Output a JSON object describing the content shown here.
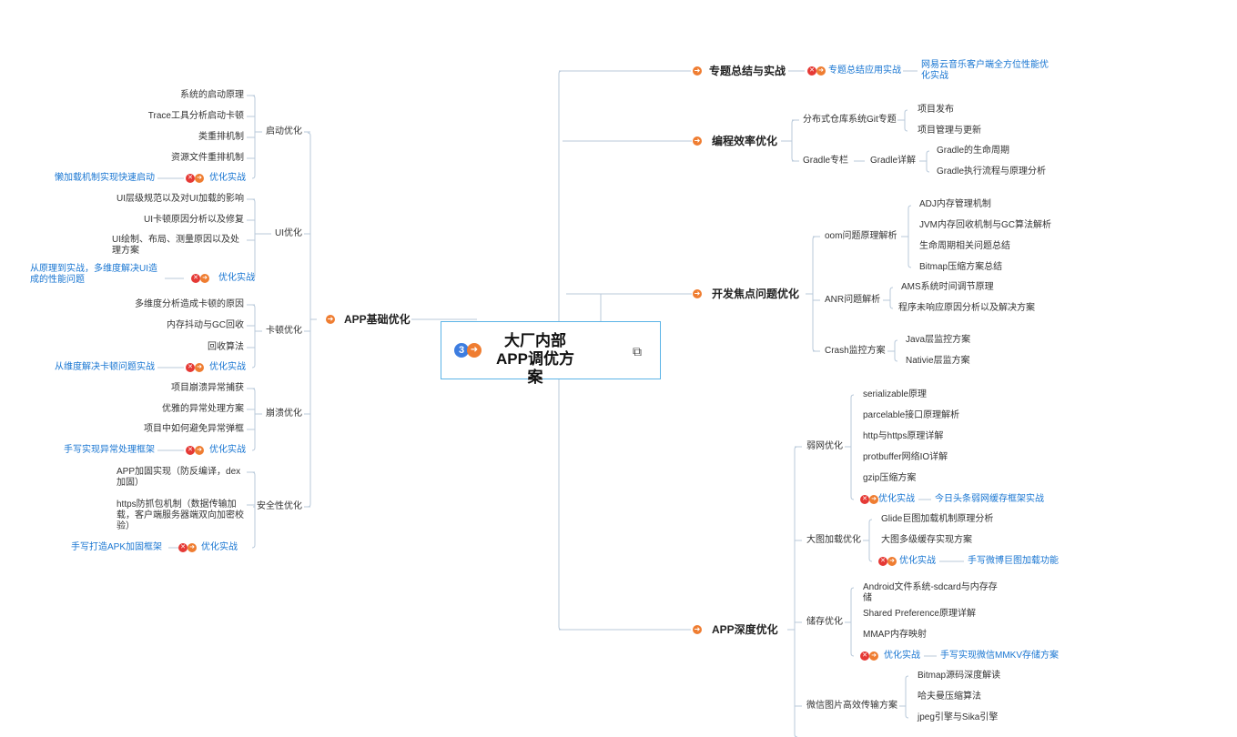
{
  "root": {
    "title": "大厂内部APP调优方案",
    "badge_number": "3",
    "link_icon": "link-icon"
  },
  "colors": {
    "line": "#b8c9da",
    "link_text": "#1976d2",
    "branch_icon": "#ef7d31",
    "badge_blue": "#3d7de0",
    "badge_red": "#e53935",
    "root_border": "#5bb3e6"
  },
  "left": {
    "title": "APP基础优化",
    "groups": [
      {
        "title": "启动优化",
        "items": [
          "系统的启动原理",
          "Trace工具分析启动卡顿",
          "类重排机制",
          "资源文件重排机制"
        ],
        "practice": {
          "label": "优化实战",
          "target": "懒加载机制实现快速启动"
        }
      },
      {
        "title": "UI优化",
        "items": [
          "UI层级规范以及对UI加载的影响",
          "UI卡顿原因分析以及修复",
          "UI绘制、布局、测量原因以及处理方案"
        ],
        "practice": {
          "label": "优化实战",
          "target": "从原理到实战，多维度解决UI造成的性能问题"
        }
      },
      {
        "title": "卡顿优化",
        "items": [
          "多维度分析造成卡顿的原因",
          "内存抖动与GC回收",
          "回收算法"
        ],
        "practice": {
          "label": "优化实战",
          "target": "从维度解决卡顿问题实战"
        }
      },
      {
        "title": "崩溃优化",
        "items": [
          "项目崩溃异常捕获",
          "优雅的异常处理方案",
          "项目中如何避免异常弹框"
        ],
        "practice": {
          "label": "优化实战",
          "target": "手写实现异常处理框架"
        }
      },
      {
        "title": "安全性优化",
        "items": [
          "APP加固实现（防反编译，dex加固）",
          "https防抓包机制（数据传输加载，客户端服务器端双向加密校验）"
        ],
        "practice": {
          "label": "优化实战",
          "target": "手写打造APK加固框架"
        }
      }
    ]
  },
  "right": [
    {
      "title": "专题总结与实战",
      "practice": {
        "label": "专题总结应用实战",
        "target": "网易云音乐客户端全方位性能优化实战"
      }
    },
    {
      "title": "编程效率优化",
      "groups": [
        {
          "title": "分布式仓库系统Git专题",
          "items": [
            "项目发布",
            "项目管理与更新"
          ]
        },
        {
          "title": "Gradle专栏",
          "sub": "Gradle详解",
          "items": [
            "Gradle的生命周期",
            "Gradle执行流程与原理分析"
          ]
        }
      ]
    },
    {
      "title": "开发焦点问题优化",
      "groups": [
        {
          "title": "oom问题原理解析",
          "items": [
            "ADJ内存管理机制",
            "JVM内存回收机制与GC算法解析",
            "生命周期相关问题总结",
            "Bitmap压缩方案总结"
          ]
        },
        {
          "title": "ANR问题解析",
          "items": [
            "AMS系统时间调节原理",
            "程序未响应原因分析以及解决方案"
          ]
        },
        {
          "title": "Crash监控方案",
          "items": [
            "Java层监控方案",
            "Nativie层监方案"
          ]
        }
      ]
    },
    {
      "title": "APP深度优化",
      "groups": [
        {
          "title": "弱网优化",
          "items": [
            "serializable原理",
            "parcelable接口原理解析",
            "http与https原理详解",
            "protbuffer网络IO详解",
            "gzip压缩方案"
          ],
          "practice": {
            "label": "优化实战",
            "target": "今日头条弱网缓存框架实战"
          }
        },
        {
          "title": "大图加载优化",
          "items": [
            "Glide巨图加载机制原理分析",
            "大图多级缓存实现方案"
          ],
          "practice": {
            "label": "优化实战",
            "target": "手写微博巨图加载功能"
          }
        },
        {
          "title": "储存优化",
          "items": [
            "Android文件系统-sdcard与内存存储",
            "Shared Preference原理详解",
            "MMAP内存映射"
          ],
          "practice": {
            "label": "优化实战",
            "target": "手写实现微信MMKV存储方案"
          }
        },
        {
          "title": "微信图片高效传输方案",
          "items": [
            "Bitmap源码深度解读",
            "哈夫曼压缩算法",
            "jpeg引擎与Sika引擎"
          ]
        }
      ]
    }
  ]
}
